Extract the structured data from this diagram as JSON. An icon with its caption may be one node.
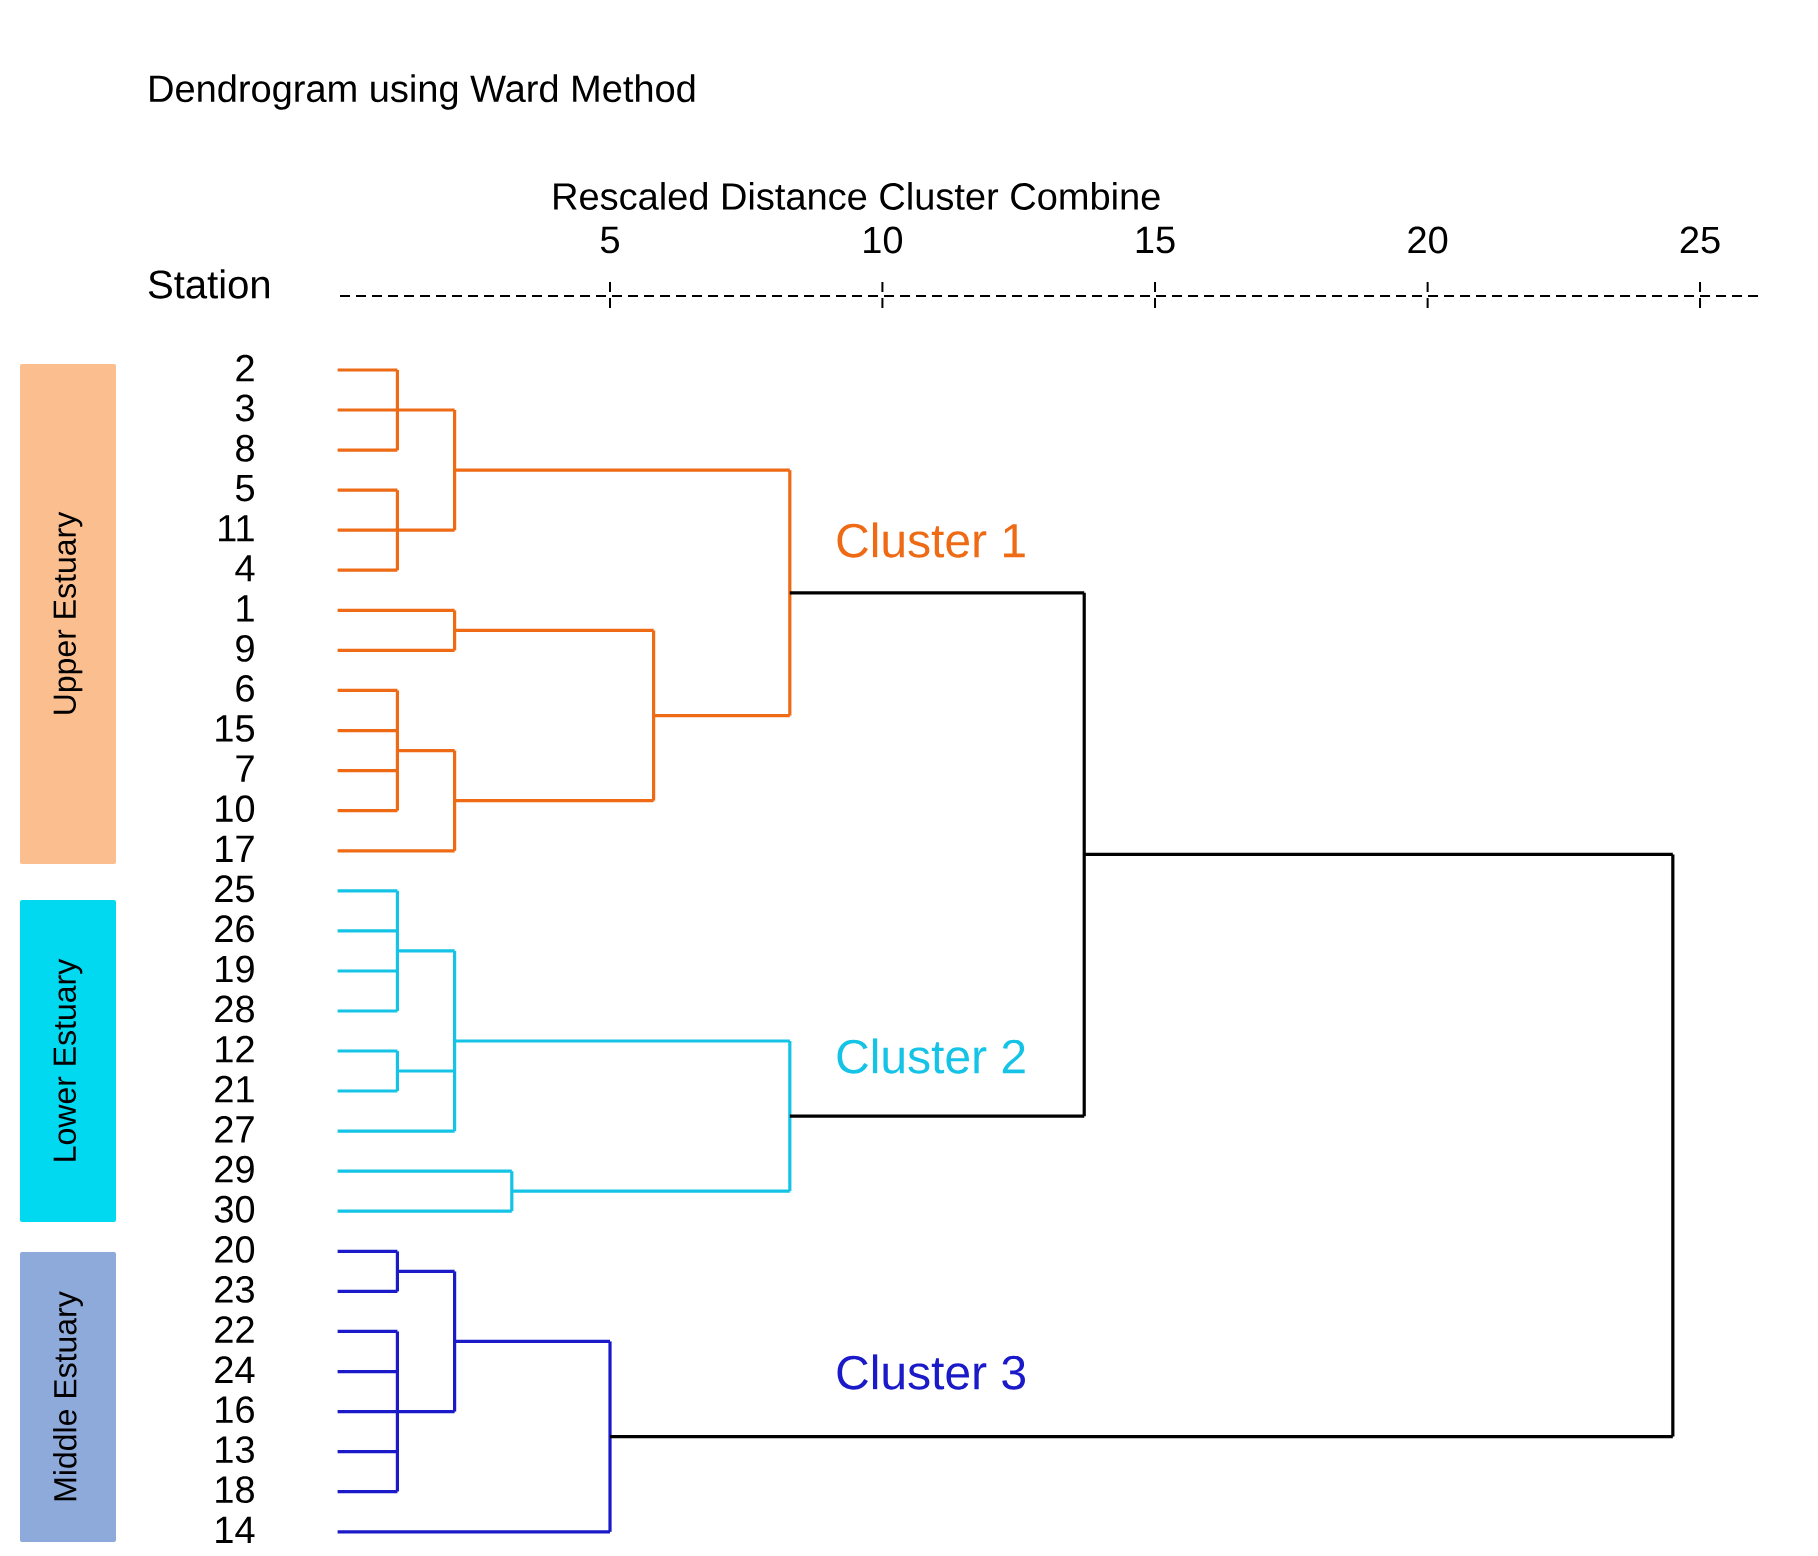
{
  "diagram": {
    "title": "Dendrogram using Ward Method",
    "nodes": [
      {
        "text": [
          "Upper Estuary"
        ]
      },
      {
        "text": [
          "Lower Estuary"
        ]
      },
      {
        "text": [
          "Middle Estuary"
        ]
      }
    ],
    "labels": [
      "Rescaled Distance Cluster Combine",
      "Station",
      "5",
      "10",
      "15",
      "20",
      "25",
      "2",
      "3",
      "8",
      "5",
      "11",
      "4",
      "1",
      "9",
      "6",
      "15",
      "7",
      "10",
      "17",
      "25",
      "26",
      "19",
      "28",
      "12",
      "21",
      "27",
      "29",
      "30",
      "20",
      "23",
      "22",
      "24",
      "16",
      "13",
      "18",
      "14",
      "Cluster 1",
      "Cluster 2",
      "Cluster 3"
    ]
  }
}
